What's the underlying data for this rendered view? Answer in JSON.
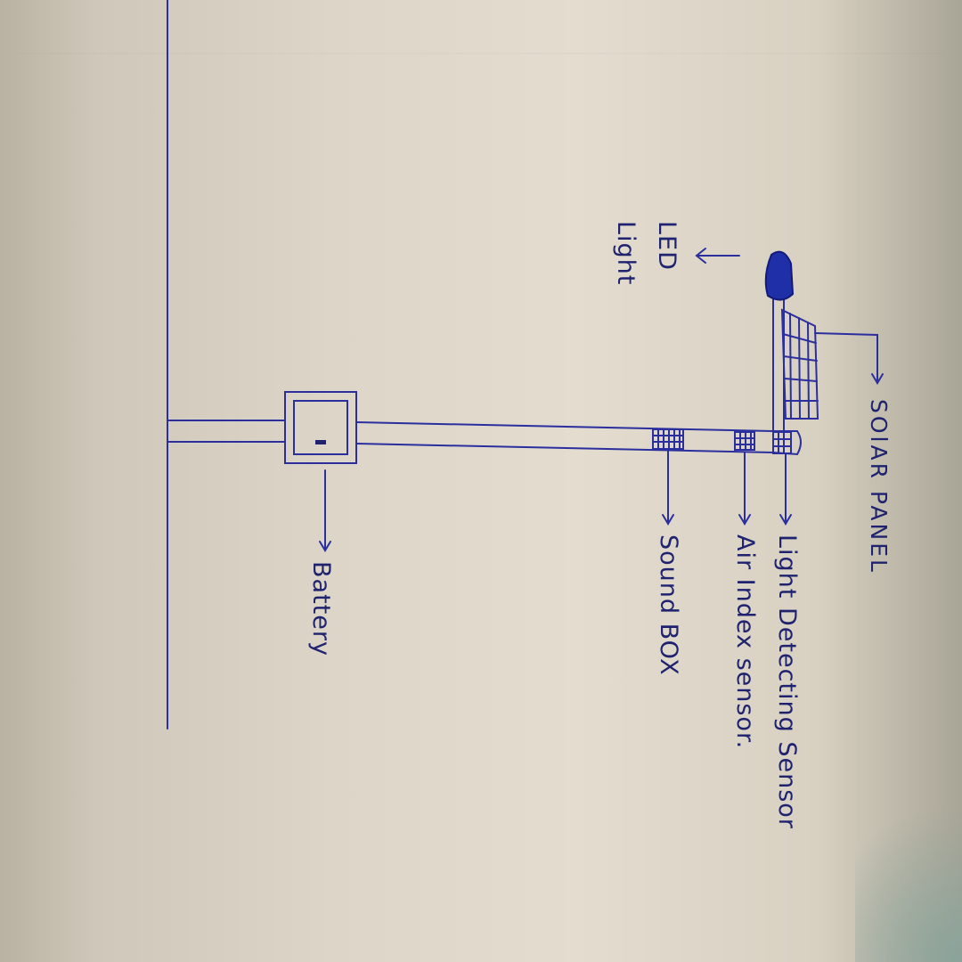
{
  "diagram": {
    "labels": {
      "solar_panel": "SOlAR PANEL",
      "light_sensor": "Light Detecting Sensor",
      "air_sensor": "Air Index sensor.",
      "sound_box": "Sound BOX",
      "led_light": "LED Light",
      "battery": "Battery"
    },
    "ink_color": "#2b2f9e",
    "led_color": "#1f2fa8"
  }
}
